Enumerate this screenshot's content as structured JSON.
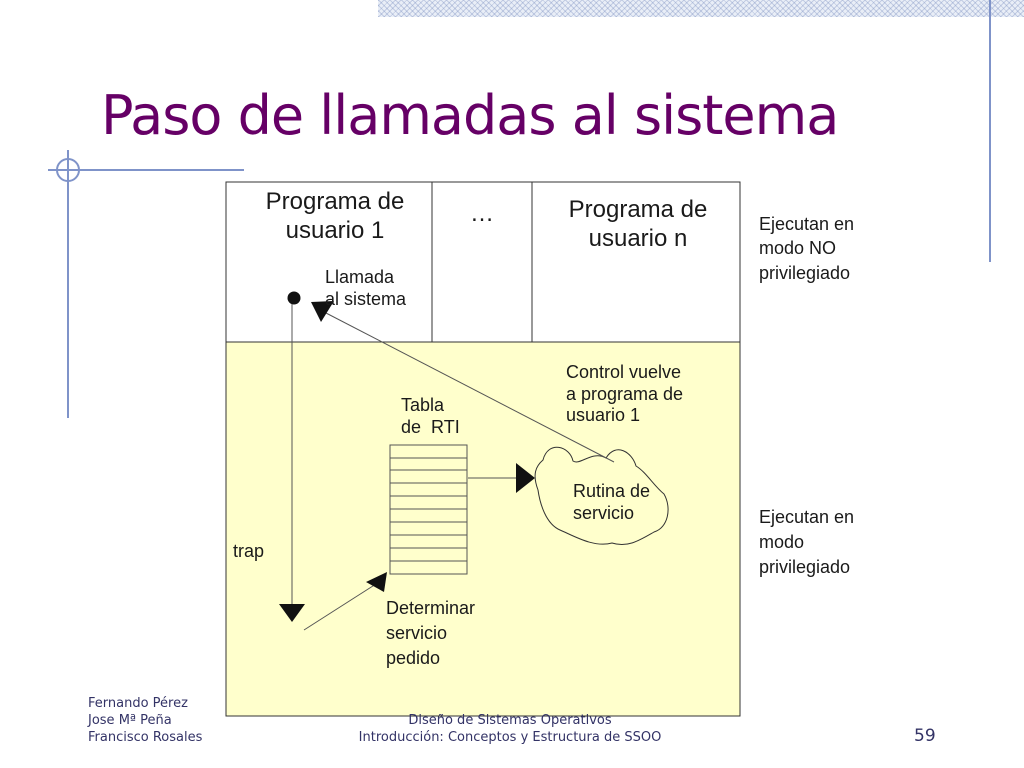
{
  "title": "Paso de llamadas al sistema",
  "diagram": {
    "user_program_1": "Programa de\nusuario 1",
    "ellipsis": "…",
    "user_program_n": "Programa de\nusuario n",
    "system_call": "Llamada\nal sistema",
    "control_returns": "Control vuelve\na programa de\nusuario 1",
    "rti_table": "Tabla\nde  RTI",
    "service_routine": "Rutina de\nservicio",
    "trap": "trap",
    "determine_service": "Determinar\nservicio\npedido",
    "non_privileged_mode": "Ejecutan en\nmodo NO\nprivilegiado",
    "privileged_mode": "Ejecutan en\nmodo\nprivilegiado"
  },
  "colors": {
    "title": "#660066",
    "kernel_area": "#ffffcc",
    "decor_lines": "#7f93c9"
  },
  "footer": {
    "authors": "Fernando Pérez\nJose Mª Peña\nFrancisco Rosales",
    "course": "Diseño de Sistemas Operativos\nIntroducción: Conceptos y Estructura de SSOO",
    "page_number": "59"
  }
}
